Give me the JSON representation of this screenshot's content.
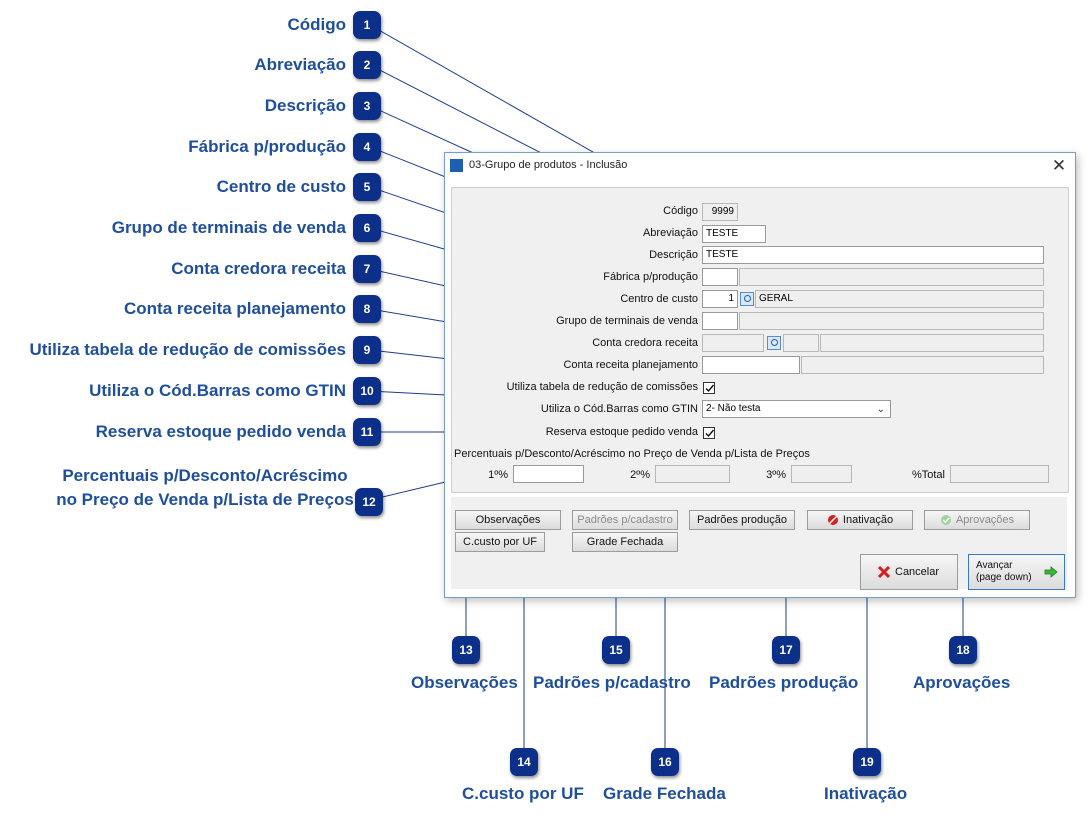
{
  "window": {
    "title": "03-Grupo de produtos - Inclusão",
    "close_glyph": "✕"
  },
  "form": {
    "codigo": {
      "label": "Código",
      "value": "9999"
    },
    "abreviacao": {
      "label": "Abreviação",
      "value": "TESTE"
    },
    "descricao": {
      "label": "Descrição",
      "value": "TESTE"
    },
    "fabrica": {
      "label": "Fábrica p/produção",
      "value": "",
      "desc": ""
    },
    "centro_custo": {
      "label": "Centro de custo",
      "value": "1",
      "desc": "GERAL"
    },
    "grupo_terminais": {
      "label": "Grupo de terminais de venda",
      "value": "",
      "desc": ""
    },
    "conta_credora": {
      "label": "Conta credora receita",
      "value": ""
    },
    "conta_planejamento": {
      "label": "Conta receita planejamento",
      "value": ""
    },
    "utiliza_tabela": {
      "label": "Utiliza tabela de redução de comissões",
      "checked": true
    },
    "utiliza_gtin": {
      "label": "Utiliza o Cód.Barras como GTIN",
      "value": "2- Não testa",
      "arrow": "⌄"
    },
    "reserva_estoque": {
      "label": "Reserva estoque pedido venda",
      "checked": true
    },
    "percentuais": {
      "title": "Percentuais p/Desconto/Acréscimo no Preço de Venda p/Lista de Preços",
      "p1_label": "1º%",
      "p2_label": "2º%",
      "p3_label": "3º%",
      "total_label": "%Total"
    }
  },
  "buttons": {
    "observacoes": "Observações",
    "padroes_cadastro": "Padrões p/cadastro",
    "padroes_producao": "Padrões produção",
    "inativacao": "Inativação",
    "aprovacoes": "Aprovações",
    "ccusto_uf": "C.custo por UF",
    "grade_fechada": "Grade Fechada",
    "cancelar": "Cancelar",
    "avancar_1": "Avançar",
    "avancar_2": "(page down)"
  },
  "callouts": [
    {
      "n": "1",
      "label": "Código"
    },
    {
      "n": "2",
      "label": "Abreviação"
    },
    {
      "n": "3",
      "label": "Descrição"
    },
    {
      "n": "4",
      "label": "Fábrica p/produção"
    },
    {
      "n": "5",
      "label": "Centro de custo"
    },
    {
      "n": "6",
      "label": "Grupo de terminais de venda"
    },
    {
      "n": "7",
      "label": "Conta credora receita"
    },
    {
      "n": "8",
      "label": "Conta receita planejamento"
    },
    {
      "n": "9",
      "label": "Utiliza tabela de redução de comissões"
    },
    {
      "n": "10",
      "label": "Utiliza o Cód.Barras como GTIN"
    },
    {
      "n": "11",
      "label": "Reserva estoque pedido venda"
    },
    {
      "n": "12",
      "label": "Percentuais p/Desconto/Acréscimo no Preço de Venda p/Lista de Preços"
    },
    {
      "n": "13",
      "label": "Observações"
    },
    {
      "n": "14",
      "label": "C.custo por UF"
    },
    {
      "n": "15",
      "label": "Padrões p/cadastro"
    },
    {
      "n": "16",
      "label": "Grade Fechada"
    },
    {
      "n": "17",
      "label": "Padrões produção"
    },
    {
      "n": "18",
      "label": "Aprovações"
    },
    {
      "n": "19",
      "label": "Inativação"
    }
  ],
  "colors": {
    "callout_text": "#1f4e9c",
    "badge_bg": "#0c2f8a",
    "line": "#1c3d8c"
  }
}
